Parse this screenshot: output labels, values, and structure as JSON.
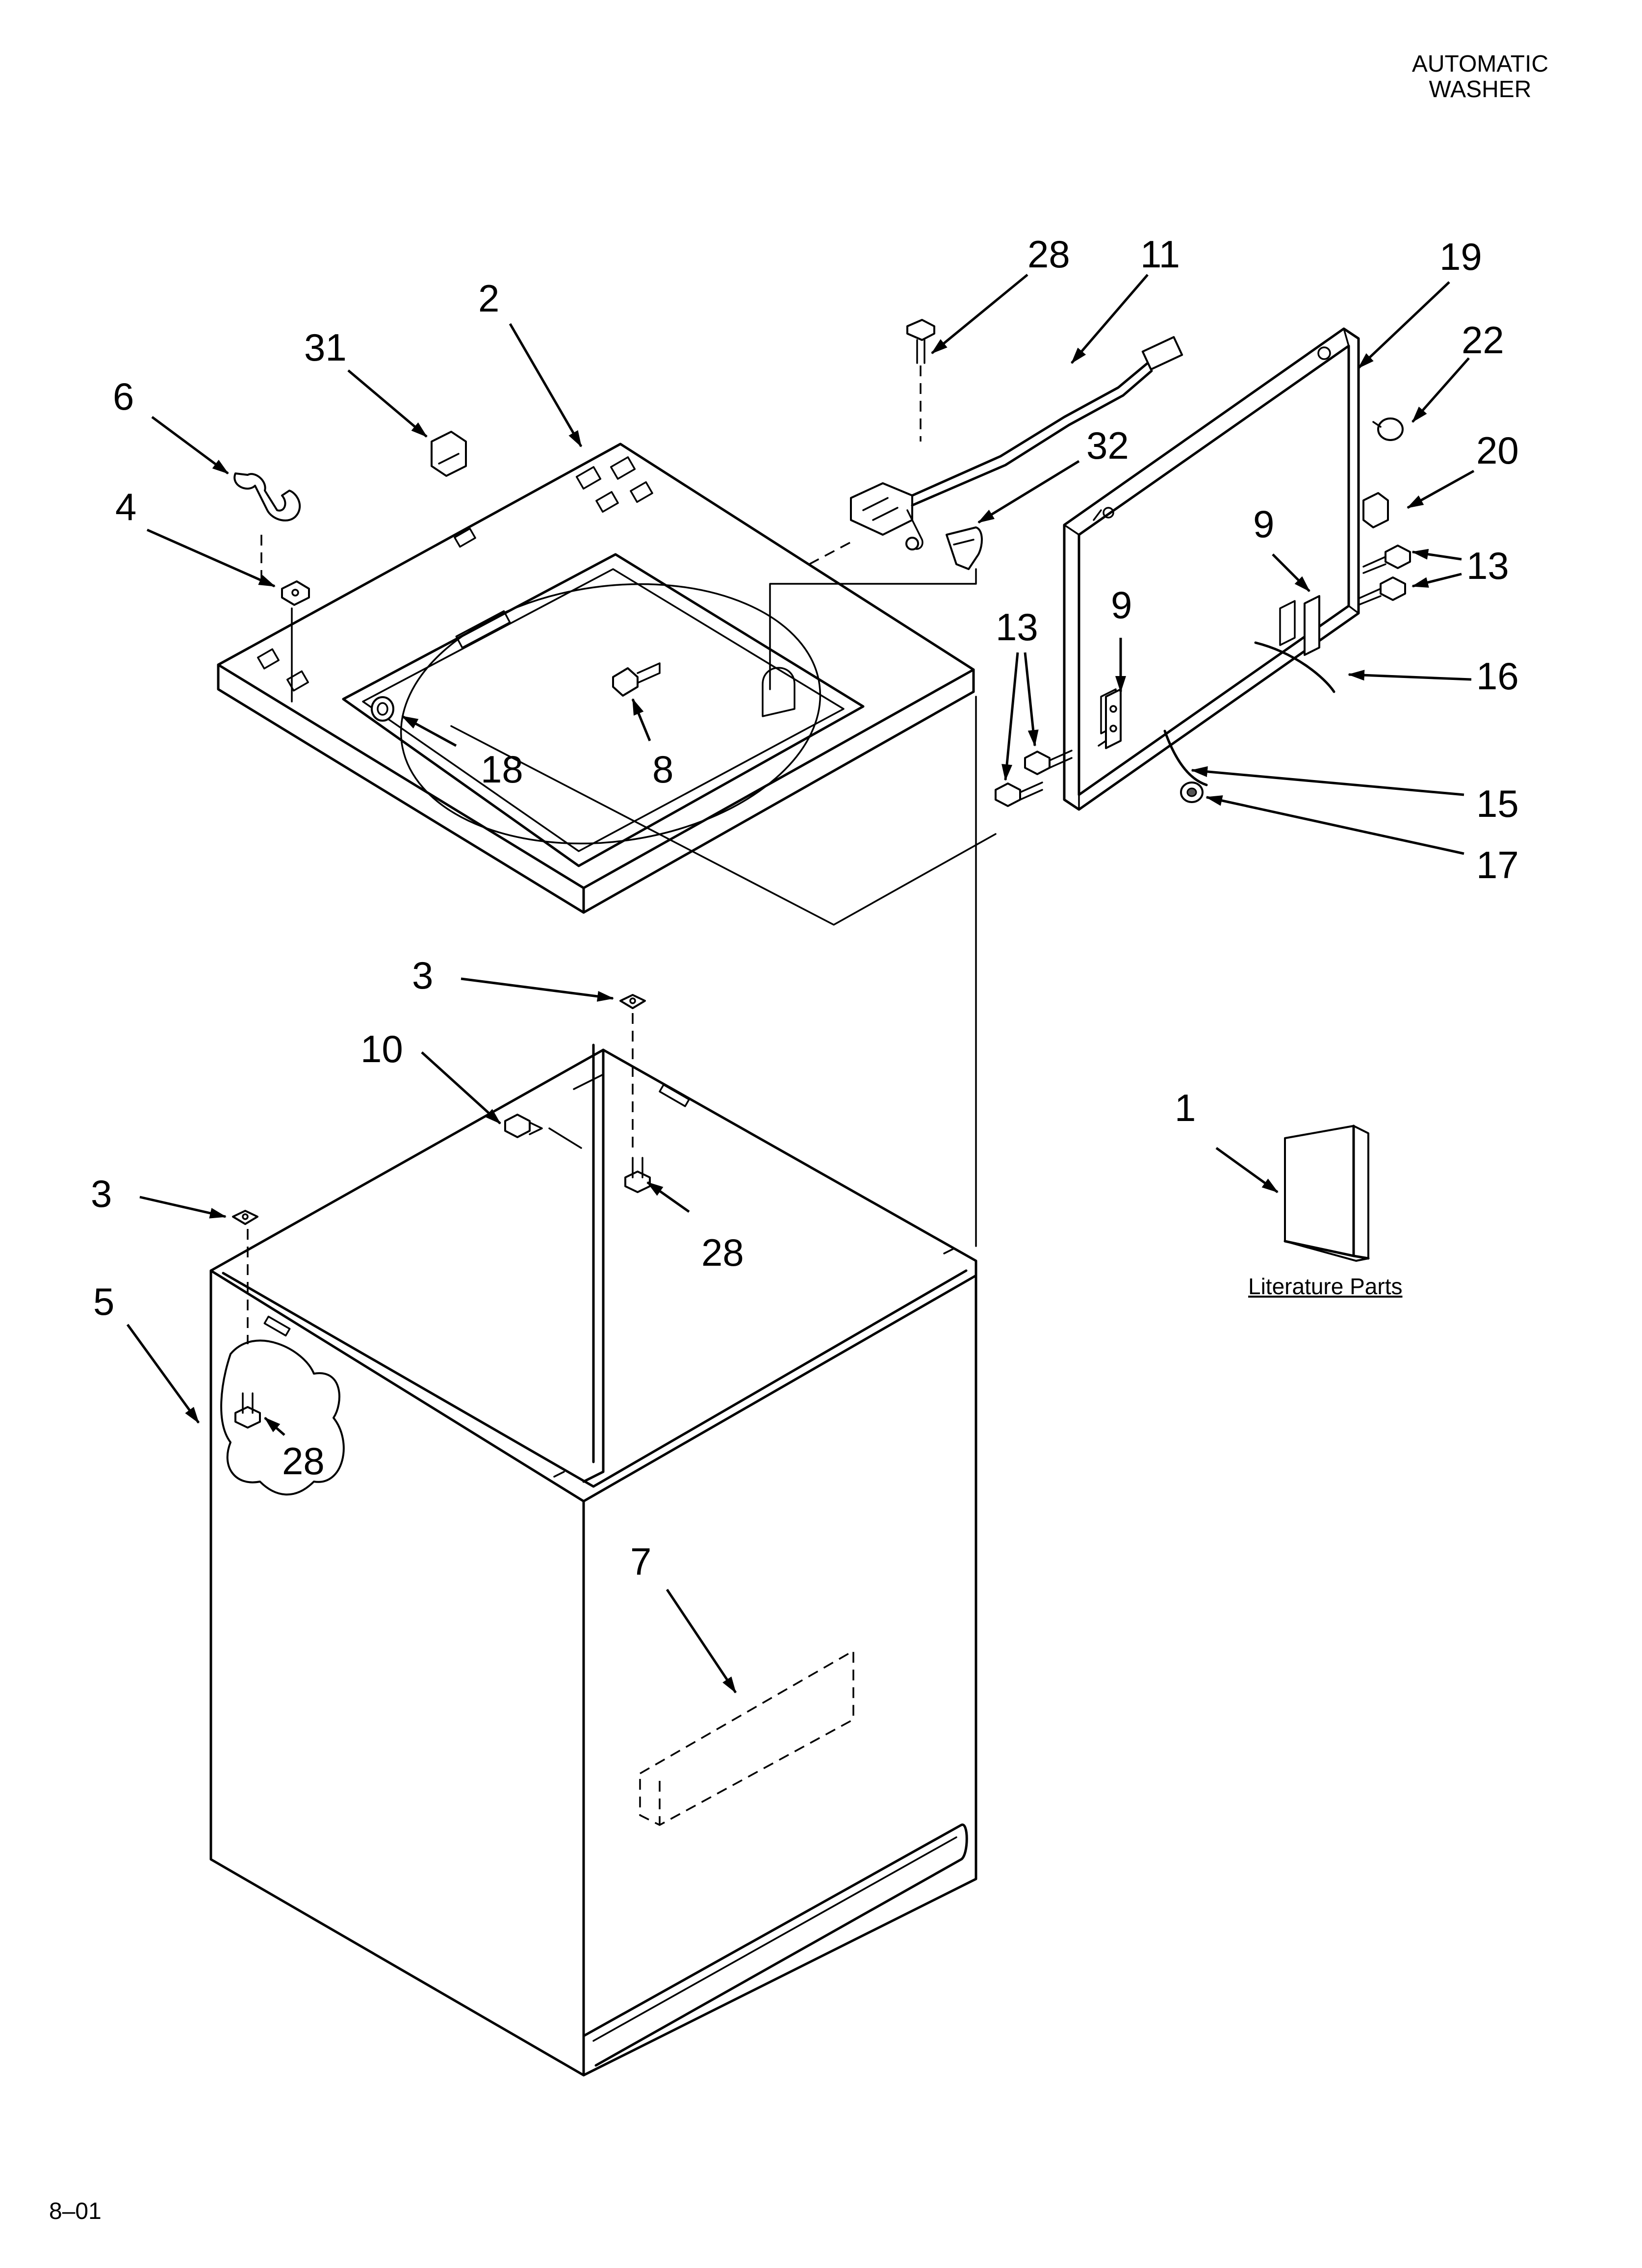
{
  "header": {
    "line1": "AUTOMATIC",
    "line2": "WASHER"
  },
  "footer": {
    "code": "8–01"
  },
  "literature": {
    "caption": "Literature Parts"
  },
  "callouts": [
    {
      "id": "c28a",
      "text": "28"
    },
    {
      "id": "c11",
      "text": "11"
    },
    {
      "id": "c19",
      "text": "19"
    },
    {
      "id": "c2",
      "text": "2"
    },
    {
      "id": "c31",
      "text": "31"
    },
    {
      "id": "c22",
      "text": "22"
    },
    {
      "id": "c6",
      "text": "6"
    },
    {
      "id": "c32",
      "text": "32"
    },
    {
      "id": "c20",
      "text": "20"
    },
    {
      "id": "c4",
      "text": "4"
    },
    {
      "id": "c9a",
      "text": "9"
    },
    {
      "id": "c13a",
      "text": "13"
    },
    {
      "id": "c13b",
      "text": "13"
    },
    {
      "id": "c9b",
      "text": "9"
    },
    {
      "id": "c16",
      "text": "16"
    },
    {
      "id": "c18",
      "text": "18"
    },
    {
      "id": "c8",
      "text": "8"
    },
    {
      "id": "c15",
      "text": "15"
    },
    {
      "id": "c17",
      "text": "17"
    },
    {
      "id": "c3a",
      "text": "3"
    },
    {
      "id": "c10",
      "text": "10"
    },
    {
      "id": "c1",
      "text": "1"
    },
    {
      "id": "c3b",
      "text": "3"
    },
    {
      "id": "c28b",
      "text": "28"
    },
    {
      "id": "c5",
      "text": "5"
    },
    {
      "id": "c28c",
      "text": "28"
    },
    {
      "id": "c7",
      "text": "7"
    }
  ]
}
